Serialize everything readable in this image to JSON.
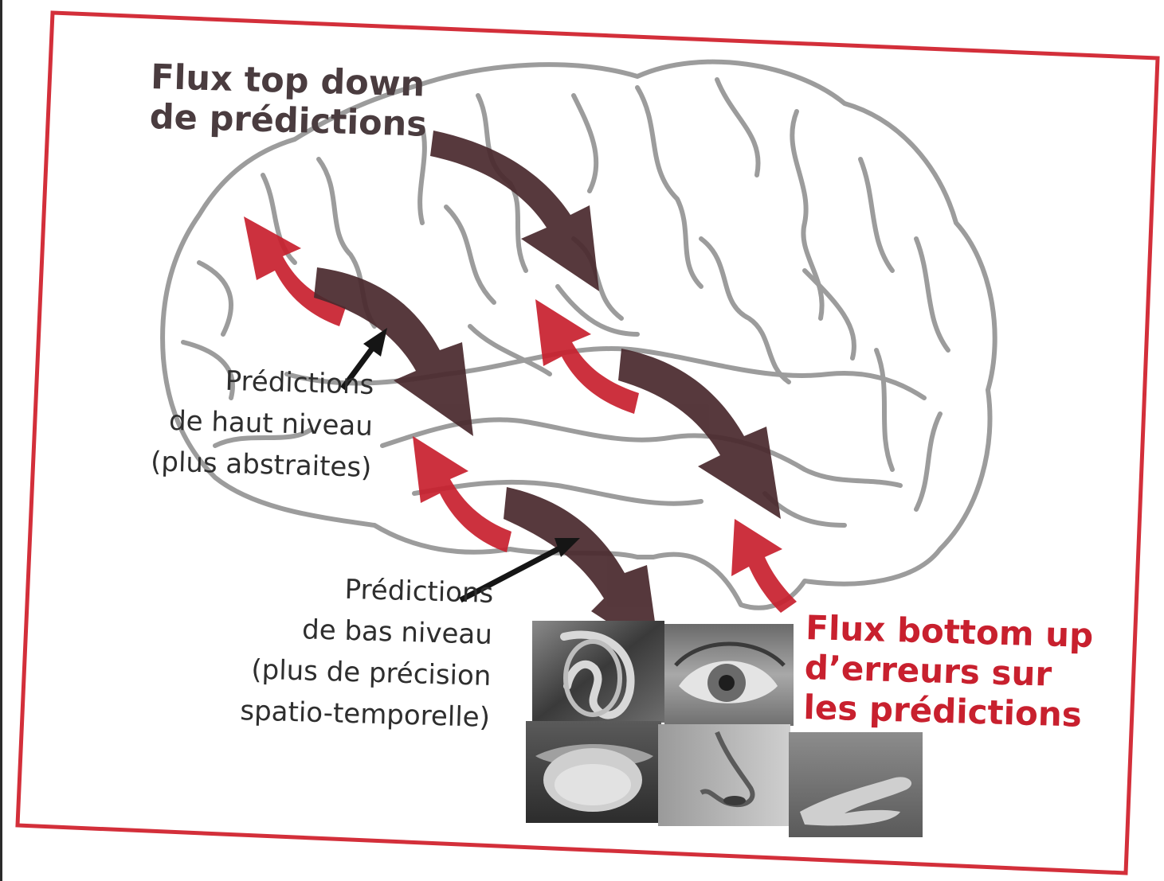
{
  "labels": {
    "top_down": [
      "Flux top down",
      "de prédictions"
    ],
    "high_level": [
      "Prédictions",
      "de haut niveau",
      "(plus abstraites)"
    ],
    "low_level": [
      "Prédictions",
      "de bas niveau",
      "(plus de précision",
      "spatio-temporelle)"
    ],
    "bottom_up": [
      "Flux bottom up",
      "d’erreurs sur",
      "les prédictions"
    ]
  },
  "sensory_images": [
    "ear",
    "eye",
    "tongue",
    "nose",
    "hand"
  ],
  "colors": {
    "frame": "#d32f3a",
    "brain_outline": "#9c9c9c",
    "top_down_arrow": "#4a2a2e",
    "bottom_up_arrow": "#c8202e",
    "pointer_arrow": "#151515",
    "label_text": "#2e2e2e"
  }
}
